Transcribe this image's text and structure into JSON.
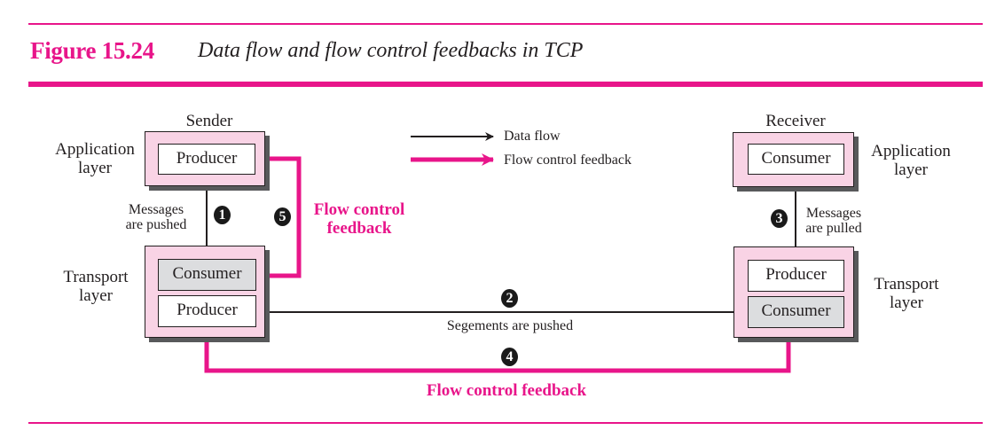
{
  "figure": {
    "number": "Figure 15.24",
    "title": "Data flow and flow control feedbacks in TCP"
  },
  "colors": {
    "accent": "#e8158a",
    "data_flow": "#231f20",
    "box_fill": "#f9d3e5",
    "consumer_gray": "#dcdddf",
    "shadow": "#58595b"
  },
  "legend": {
    "items": [
      {
        "label": "Data flow",
        "style": "thin-black-arrow"
      },
      {
        "label": "Flow control feedback",
        "style": "thick-magenta-arrow"
      }
    ]
  },
  "sender": {
    "heading": "Sender",
    "application_layer": {
      "label_line1": "Application",
      "label_line2": "layer",
      "box": "Producer"
    },
    "transport_layer": {
      "label_line1": "Transport",
      "label_line2": "layer",
      "top_box": "Consumer",
      "bottom_box": "Producer"
    }
  },
  "receiver": {
    "heading": "Receiver",
    "application_layer": {
      "label_line1": "Application",
      "label_line2": "layer",
      "box": "Consumer"
    },
    "transport_layer": {
      "label_line1": "Transport",
      "label_line2": "layer",
      "top_box": "Producer",
      "bottom_box": "Consumer"
    }
  },
  "steps": [
    {
      "number": "1",
      "text_line1": "Messages",
      "text_line2": "are pushed"
    },
    {
      "number": "2",
      "text": "Segements are pushed"
    },
    {
      "number": "3",
      "text_line1": "Messages",
      "text_line2": "are pulled"
    },
    {
      "number": "4",
      "text": "Flow control feedback"
    },
    {
      "number": "5",
      "text_line1": "Flow control",
      "text_line2": "feedback"
    }
  ]
}
